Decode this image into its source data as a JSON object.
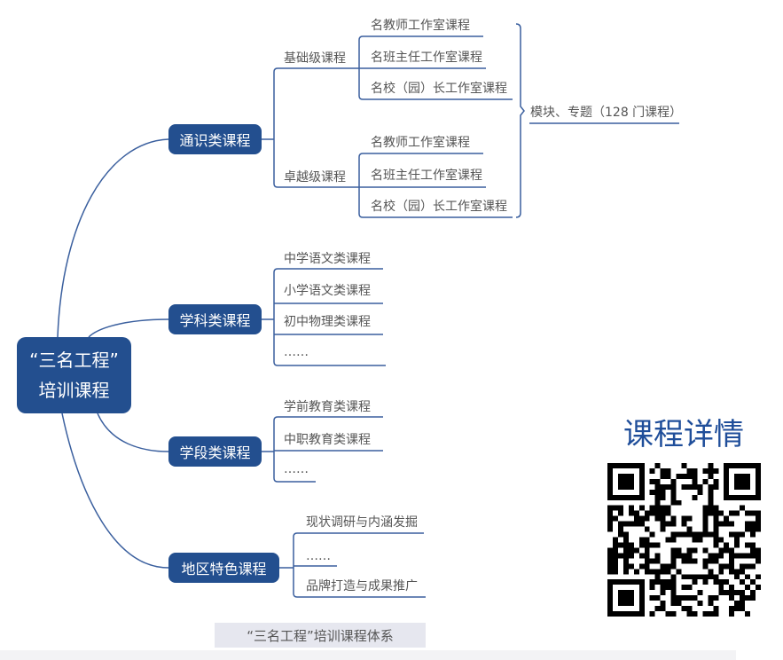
{
  "root": {
    "line1": "“三名工程”",
    "line2": "培训课程"
  },
  "branches": [
    {
      "label": "通识类课程",
      "groups": [
        {
          "label": "基础级课程",
          "items": [
            "名教师工作室课程",
            "名班主任工作室课程",
            "名校（园）长工作室课程"
          ]
        },
        {
          "label": "卓越级课程",
          "items": [
            "名教师工作室课程",
            "名班主任工作室课程",
            "名校（园）长工作室课程"
          ]
        }
      ],
      "summary": "模块、专题（128 门课程）"
    },
    {
      "label": "学科类课程",
      "items": [
        "中学语文类课程",
        "小学语文类课程",
        "初中物理类课程",
        "……"
      ]
    },
    {
      "label": "学段类课程",
      "items": [
        "学前教育类课程",
        "中职教育类课程",
        "……"
      ]
    },
    {
      "label": "地区特色课程",
      "items": [
        "现状调研与内涵发掘",
        "……",
        "品牌打造与成果推广"
      ]
    }
  ],
  "caption": "“三名工程”培训课程体系",
  "details_title": "课程详情",
  "colors": {
    "node": "#234f8f",
    "line": "#3a5f9e",
    "title": "#1f4e9a"
  }
}
